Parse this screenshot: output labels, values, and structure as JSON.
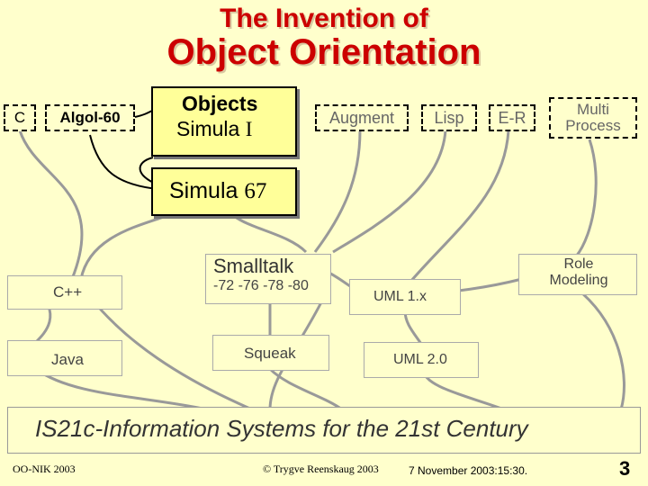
{
  "title": {
    "line1": "The Invention of",
    "line2": "Object Orientation"
  },
  "nodes": {
    "c": "C",
    "algol": "Algol-60",
    "objects_line1": "Objects",
    "objects_line2": "Simula",
    "objects_roman": "I",
    "augment": "Augment",
    "lisp": "Lisp",
    "er": "E-R",
    "multi_line1": "Multi",
    "multi_line2": "Process",
    "simula67_word": "Simula",
    "simula67_num": "67",
    "smalltalk": "Smalltalk",
    "smalltalk_years": "-72 -76 -78 -80",
    "role_line1": "Role",
    "role_line2": "Modeling",
    "cpp": "C++",
    "java": "Java",
    "uml1": "UML 1.x",
    "squeak": "Squeak",
    "uml2": "UML 2.0"
  },
  "banner": "IS21c-Information  Systems for the 21st Century",
  "footer": {
    "left": "OO-NIK 2003",
    "center": "© Trygve Reenskaug 2003",
    "date": "7 November 2003:15:30.",
    "page": "3"
  }
}
